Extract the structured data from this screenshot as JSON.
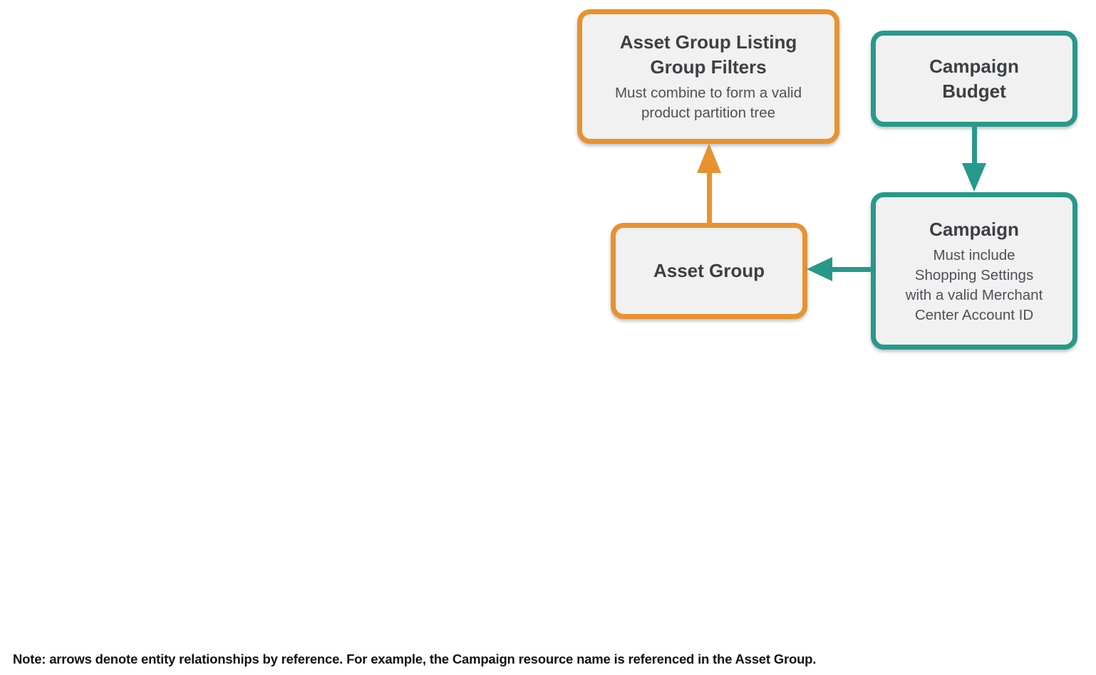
{
  "colors": {
    "orange": "#E8922F",
    "teal": "#27998A",
    "box_fill": "#F1F1F2",
    "title_text": "#3C4043",
    "subtitle_text": "#4D5156",
    "note_text": "#121212"
  },
  "nodes": {
    "listing_group_filters": {
      "title": "Asset Group Listing\nGroup Filters",
      "subtitle": "Must combine to form a valid\nproduct partition tree",
      "accent": "orange"
    },
    "campaign_budget": {
      "title": "Campaign\nBudget",
      "accent": "teal"
    },
    "campaign": {
      "title": "Campaign",
      "subtitle": "Must include\nShopping Settings\nwith a valid Merchant\nCenter Account ID",
      "accent": "teal"
    },
    "asset_group": {
      "title": "Asset Group",
      "accent": "orange"
    }
  },
  "edges": [
    {
      "from": "asset_group",
      "to": "listing_group_filters",
      "color": "orange",
      "direction": "up"
    },
    {
      "from": "campaign_budget",
      "to": "campaign",
      "color": "teal",
      "direction": "down"
    },
    {
      "from": "campaign",
      "to": "asset_group",
      "color": "teal",
      "direction": "left"
    }
  ],
  "note": "Note: arrows denote entity relationships by reference. For example, the Campaign resource name is referenced in the Asset Group."
}
